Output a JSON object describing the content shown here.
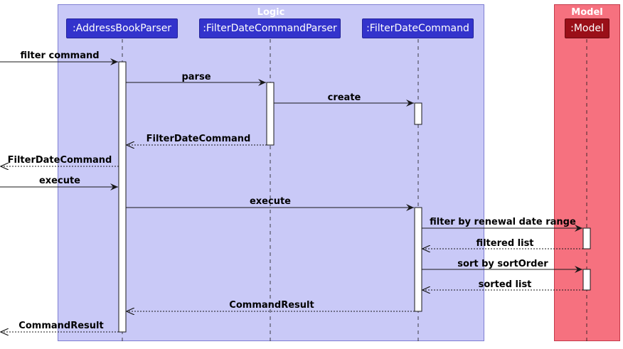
{
  "colors": {
    "logic_bg": "#c9c9f7",
    "logic_border": "#7f7fd2",
    "logic_participant": "#3333cc",
    "model_bg": "#f6717f",
    "model_border": "#c43a4a",
    "model_participant": "#9a0f18"
  },
  "groups": {
    "logic": "Logic",
    "model": "Model"
  },
  "participants": {
    "parser": ":AddressBookParser",
    "fdcp": ":FilterDateCommandParser",
    "fdc": ":FilterDateCommand",
    "model": ":Model"
  },
  "messages": {
    "m1": "filter command",
    "m2": "parse",
    "m3": "create",
    "m4": "FilterDateCommand",
    "m5": "FilterDateCommand",
    "m6": "execute",
    "m7": "execute",
    "m8": "filter by renewal date range",
    "m9": "filtered list",
    "m10": "sort by sortOrder",
    "m11": "sorted list",
    "m12": "CommandResult",
    "m13": "CommandResult"
  }
}
